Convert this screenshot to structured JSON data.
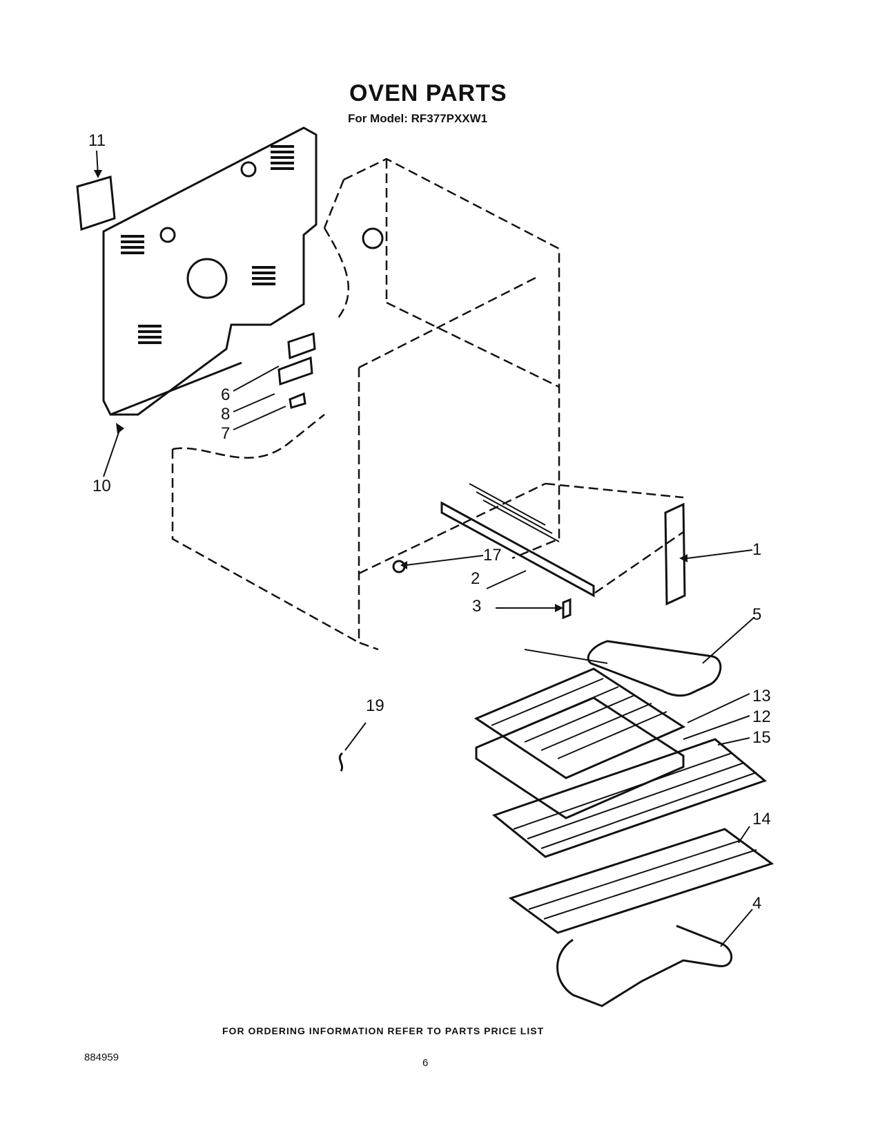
{
  "header": {
    "title": "OVEN PARTS",
    "subtitle": "For Model: RF377PXXW1"
  },
  "callouts": [
    "1",
    "2",
    "3",
    "4",
    "5",
    "6",
    "7",
    "8",
    "10",
    "11",
    "12",
    "13",
    "14",
    "15",
    "17",
    "19"
  ],
  "footer": {
    "ordering_note": "FOR ORDERING INFORMATION REFER TO PARTS PRICE LIST",
    "document_number": "884959",
    "page_number": "6"
  }
}
